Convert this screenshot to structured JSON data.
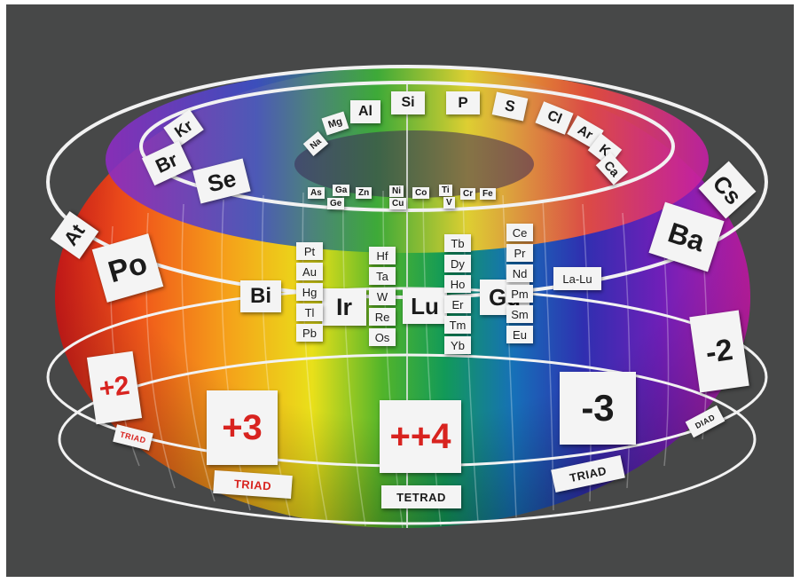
{
  "colors": {
    "background": "#474848",
    "label_bg": "#f4f4f4",
    "label_text": "#1b1b1b",
    "charge_red": "#d8231f"
  },
  "top_ring": [
    "Mg",
    "Al",
    "Si",
    "P",
    "S",
    "Cl",
    "Ar",
    "K",
    "Ca",
    "Na",
    "Kr",
    "Br",
    "Se"
  ],
  "inner_ring": [
    "As",
    "Ga",
    "Zn",
    "Ni",
    "Co",
    "Ti",
    "V",
    "Cr",
    "Ge",
    "Cu",
    "Fe"
  ],
  "main_ring": [
    "At",
    "Po",
    "Bi",
    "Ir",
    "Lu",
    "Gd",
    "La-Lu",
    "Ba",
    "Cs"
  ],
  "column_pt": [
    "Pt",
    "Au",
    "Hg",
    "Tl",
    "Pb"
  ],
  "column_hf": [
    "Hf",
    "Ta",
    "W",
    "Re",
    "Os"
  ],
  "column_tb": [
    "Tb",
    "Dy",
    "Ho",
    "Er",
    "Tm",
    "Yb"
  ],
  "column_ce": [
    "Ce",
    "Pr",
    "Nd",
    "Pm",
    "Sm",
    "Eu"
  ],
  "charges": [
    "+2",
    "+3",
    "++4",
    "-3",
    "-2"
  ],
  "groups": [
    "TRIAD",
    "TRIAD",
    "TETRAD",
    "TRIAD",
    "DIAD"
  ]
}
